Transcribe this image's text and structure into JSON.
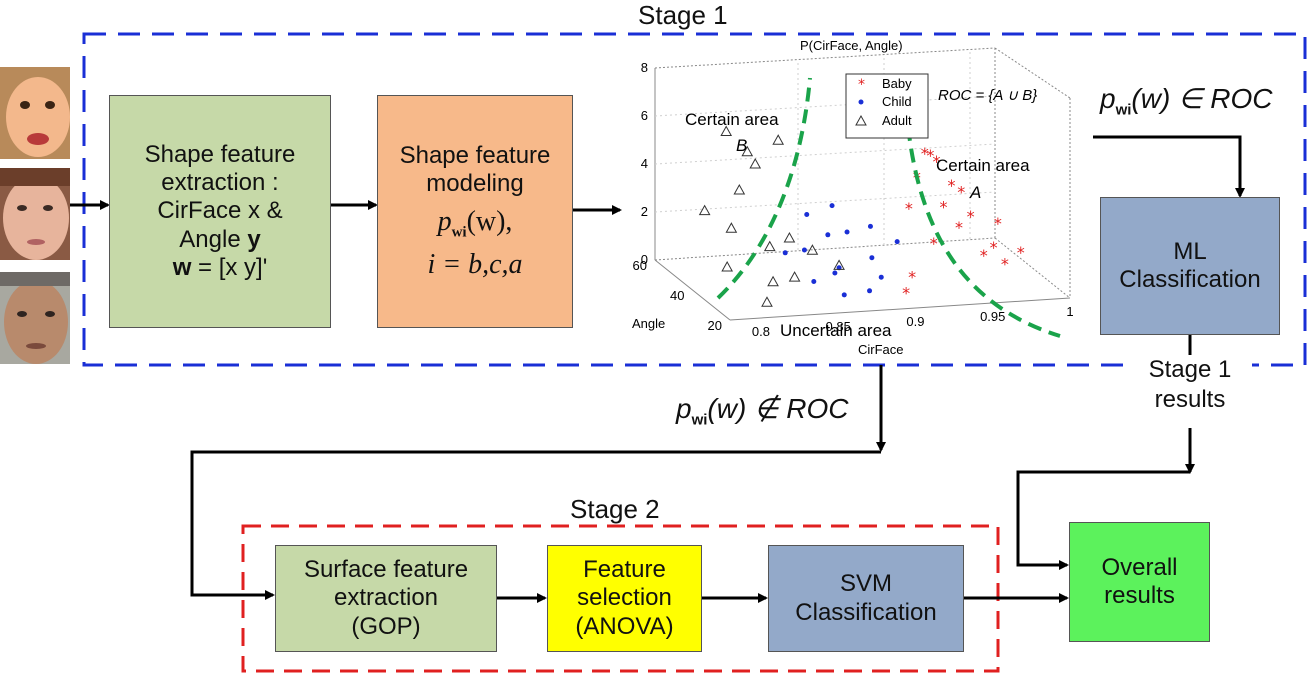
{
  "stage1": {
    "title": "Stage 1"
  },
  "stage2": {
    "title": "Stage 2"
  },
  "boxes": {
    "shape_extraction": {
      "lines": [
        "Shape feature",
        "extraction :",
        "CirFace x &",
        "Angle",
        "w",
        " = [x y]'"
      ],
      "bold_y": "y"
    },
    "shape_modeling": {
      "lines": [
        "Shape feature",
        "modeling"
      ],
      "math1": "p",
      "math_sub": "wi",
      "math1_tail": "(w),",
      "math2": "i = b,c,a"
    },
    "ml_classification": {
      "lines": [
        "ML",
        "Classification"
      ]
    },
    "surface_extraction": {
      "lines": [
        "Surface feature",
        "extraction",
        "(GOP)"
      ]
    },
    "feature_selection": {
      "lines": [
        "Feature",
        "selection",
        "(ANOVA)"
      ]
    },
    "svm_classification": {
      "lines": [
        "SVM",
        "Classification"
      ]
    },
    "overall_results": {
      "lines": [
        "Overall",
        "results"
      ]
    }
  },
  "annotations": {
    "in_roc": {
      "p": "p",
      "sub": "wi",
      "tail": "(w) ∈ ROC"
    },
    "not_in_roc": {
      "p": "p",
      "sub": "wi",
      "tail": "(w) ∉ ROC"
    },
    "stage1_results": [
      "Stage 1",
      "results"
    ]
  },
  "chart_data": {
    "type": "scatter",
    "title": "P(CirFace, Angle)",
    "xlabel": "CirFace",
    "ylabel": "Angle",
    "x_ticks": [
      "0.8",
      "0.85",
      "0.9",
      "0.95",
      "1"
    ],
    "y_ticks": [
      "20",
      "40",
      "60"
    ],
    "z_ticks": [
      "0",
      "2",
      "4",
      "6",
      "8"
    ],
    "legend": [
      "Baby",
      "Child",
      "Adult"
    ],
    "legend_position": "top-center",
    "annotations": [
      "ROC = {A ∪ B}",
      "Certain area",
      "B",
      "Certain area",
      "A",
      "Uncertain area"
    ],
    "colors": {
      "Baby": "#e02020",
      "Child": "#1a2fd6",
      "Adult": "#333333",
      "boundary": "#1aa34a"
    },
    "series": [
      {
        "name": "Baby",
        "points": [
          [
            0.94,
            45,
            4.6
          ],
          [
            0.95,
            42,
            3.5
          ],
          [
            0.96,
            40,
            2.3
          ],
          [
            0.95,
            38,
            2.0
          ],
          [
            0.97,
            36,
            1.2
          ],
          [
            0.93,
            44,
            3.8
          ],
          [
            0.94,
            38,
            2.9
          ],
          [
            0.96,
            45,
            3.0
          ],
          [
            0.98,
            42,
            1.8
          ],
          [
            0.92,
            40,
            2.8
          ],
          [
            0.95,
            50,
            4.0
          ],
          [
            0.97,
            30,
            0.9
          ],
          [
            0.93,
            35,
            1.6
          ],
          [
            0.96,
            33,
            1.1
          ],
          [
            0.91,
            30,
            0.6
          ],
          [
            0.9,
            25,
            0.3
          ],
          [
            0.94,
            48,
            4.5
          ],
          [
            0.99,
            38,
            0.8
          ]
        ]
      },
      {
        "name": "Child",
        "points": [
          [
            0.86,
            45,
            2.5
          ],
          [
            0.87,
            42,
            1.8
          ],
          [
            0.88,
            40,
            2.0
          ],
          [
            0.85,
            38,
            1.5
          ],
          [
            0.89,
            35,
            1.2
          ],
          [
            0.86,
            30,
            1.0
          ],
          [
            0.88,
            48,
            2.6
          ],
          [
            0.9,
            44,
            1.9
          ],
          [
            0.87,
            36,
            0.8
          ],
          [
            0.84,
            40,
            1.3
          ],
          [
            0.89,
            30,
            0.7
          ],
          [
            0.91,
            38,
            1.6
          ],
          [
            0.85,
            33,
            0.5
          ],
          [
            0.86,
            25,
            0.4
          ],
          [
            0.88,
            28,
            0.3
          ]
        ]
      },
      {
        "name": "Adult",
        "points": [
          [
            0.82,
            55,
            5.5
          ],
          [
            0.83,
            52,
            4.8
          ],
          [
            0.84,
            56,
            4.0
          ],
          [
            0.82,
            48,
            3.5
          ],
          [
            0.81,
            44,
            2.2
          ],
          [
            0.83,
            40,
            1.6
          ],
          [
            0.8,
            38,
            1.0
          ],
          [
            0.82,
            30,
            0.8
          ],
          [
            0.85,
            46,
            1.5
          ],
          [
            0.86,
            42,
            1.2
          ],
          [
            0.84,
            35,
            0.6
          ],
          [
            0.81,
            25,
            0.3
          ],
          [
            0.87,
            36,
            0.9
          ],
          [
            0.85,
            52,
            5.2
          ],
          [
            0.8,
            50,
            2.6
          ]
        ]
      }
    ]
  }
}
